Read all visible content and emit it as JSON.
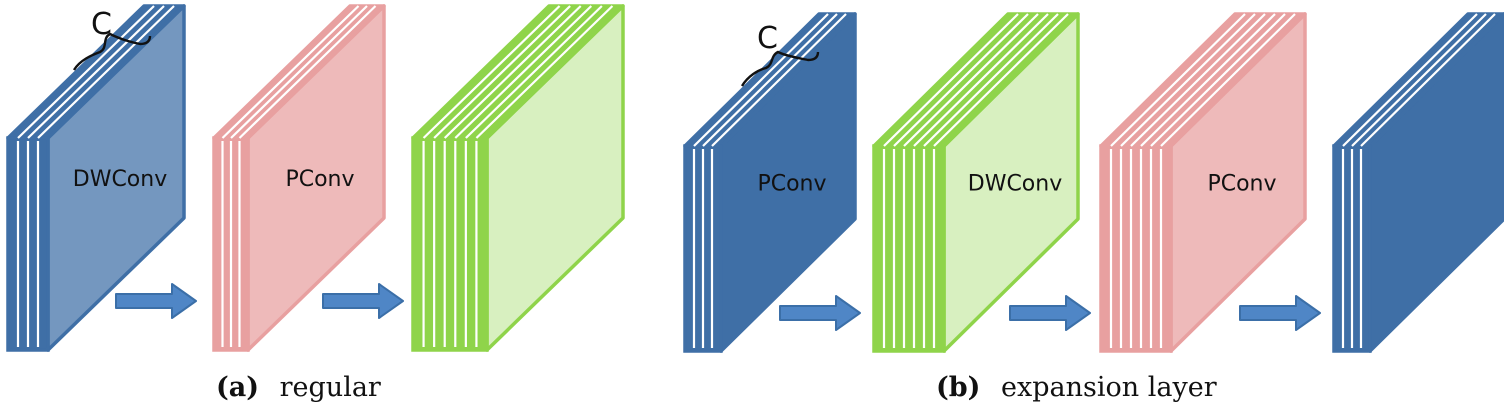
{
  "colors": {
    "blue": "#3f6fa6",
    "pink": "#e8a0a0",
    "green": "#8fd44a",
    "arrow": "#4f86c6"
  },
  "panel_a": {
    "caption_key": "(a)",
    "caption_text": "regular",
    "c_label": "C",
    "blocks": [
      {
        "label": "DWConv",
        "color": "blue",
        "face_opacity": 0.72,
        "slices": 4
      },
      {
        "label": "PConv",
        "color": "pink",
        "face_opacity": 0.72,
        "slices": 4
      },
      {
        "label": "",
        "color": "green",
        "face_opacity": 0.35,
        "slices": 7
      }
    ]
  },
  "panel_b": {
    "caption_key": "(b)",
    "caption_text": "expansion layer",
    "c_label": "C",
    "blocks": [
      {
        "label": "PConv",
        "color": "blue",
        "face_opacity": 1,
        "slices": 4
      },
      {
        "label": "DWConv",
        "color": "green",
        "face_opacity": 0.35,
        "slices": 7
      },
      {
        "label": "PConv",
        "color": "pink",
        "face_opacity": 0.72,
        "slices": 7
      },
      {
        "label": "",
        "color": "blue",
        "face_opacity": 1,
        "slices": 4
      }
    ]
  }
}
